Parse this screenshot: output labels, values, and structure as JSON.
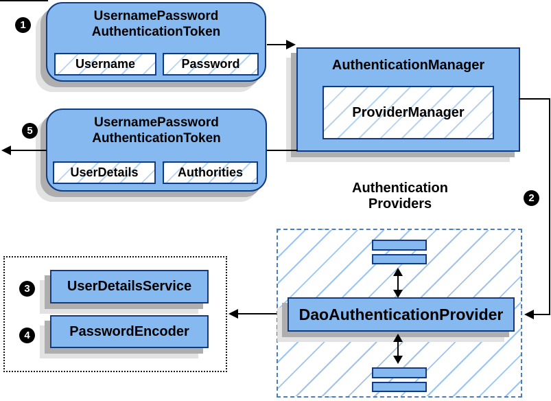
{
  "colors": {
    "box_fill": "#85b9f0",
    "box_border": "#123a80",
    "hatch_line": "#9cc4ee",
    "dashed_border": "#4a7ebb",
    "shadow_dark": "#aeaeae",
    "shadow_light": "#e2e2e2",
    "line_color": "#000000"
  },
  "badges": {
    "step1": "1",
    "step2": "2",
    "step3": "3",
    "step4": "4",
    "step5": "5"
  },
  "request_token": {
    "title_line1": "UsernamePassword",
    "title_line2": "AuthenticationToken",
    "fields": [
      "Username",
      "Password"
    ]
  },
  "auth_manager": {
    "title": "AuthenticationManager",
    "inner": "ProviderManager"
  },
  "response_token": {
    "title_line1": "UsernamePassword",
    "title_line2": "AuthenticationToken",
    "fields": [
      "UserDetails",
      "Authorities"
    ]
  },
  "services": {
    "user_details_service": "UserDetailsService",
    "password_encoder": "PasswordEncoder"
  },
  "providers": {
    "heading_line1": "Authentication",
    "heading_line2": "Providers",
    "dao_provider": "DaoAuthenticationProvider"
  }
}
